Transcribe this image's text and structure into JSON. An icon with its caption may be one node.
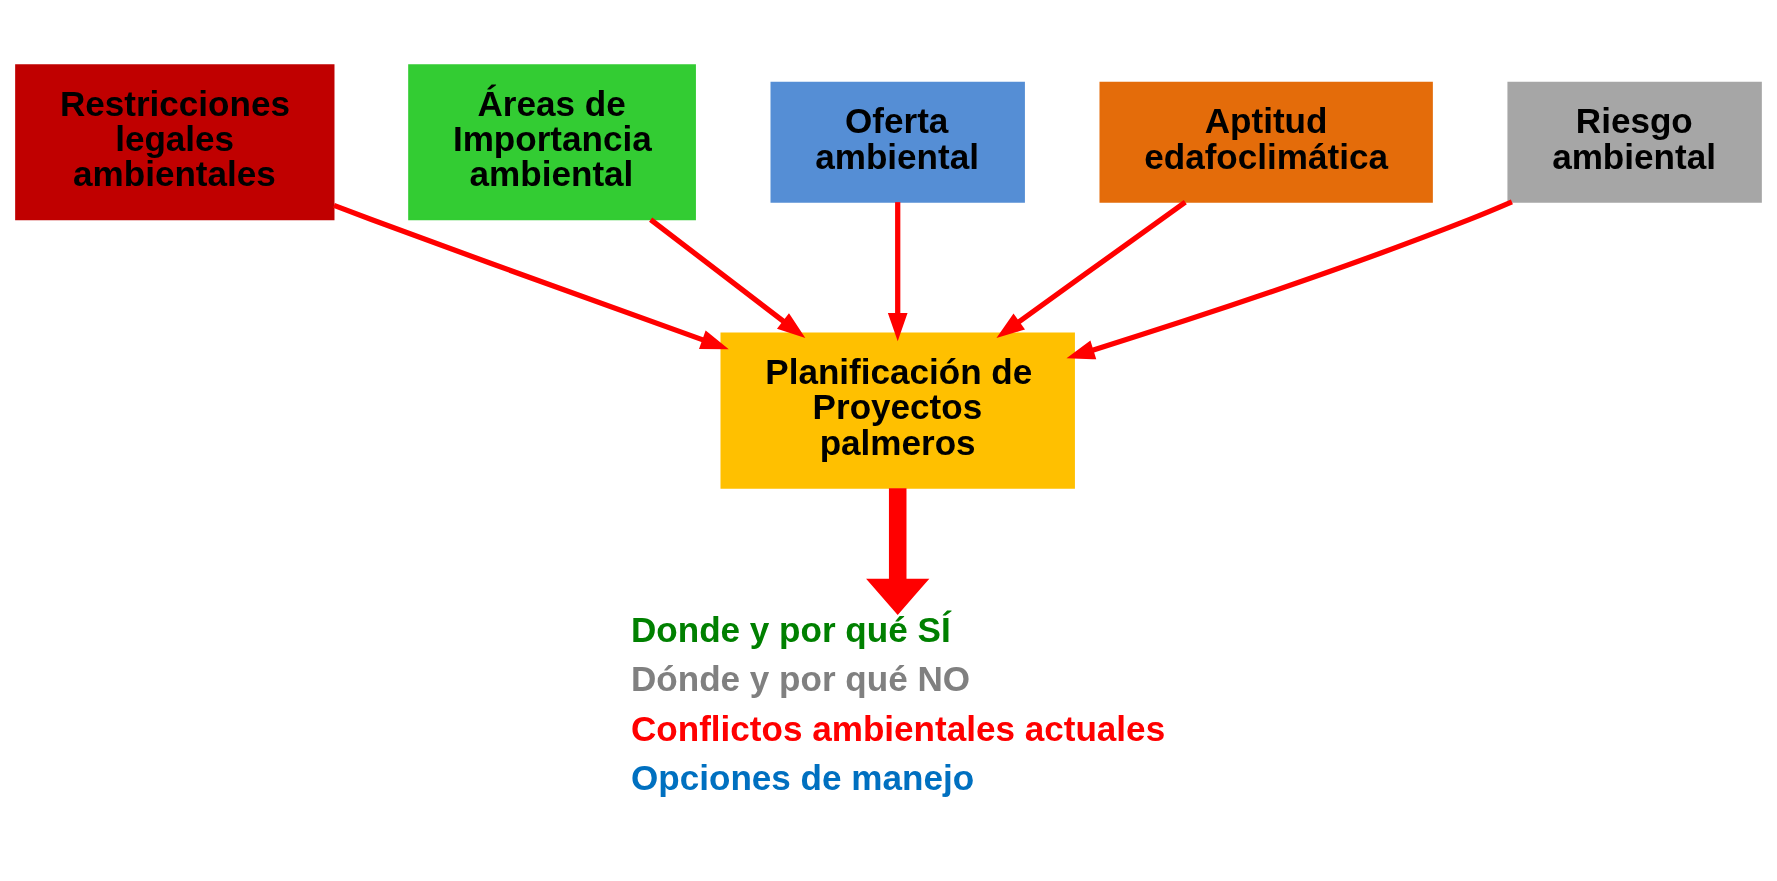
{
  "diagram": {
    "nodes": [
      {
        "text": [
          "Restricciones legales ambientales"
        ]
      },
      {
        "text": [
          "Áreas de Importancia ambiental"
        ]
      },
      {
        "text": [
          "Oferta ambiental"
        ]
      },
      {
        "text": [
          "Aptitud edafoclimática"
        ]
      },
      {
        "text": [
          "Riesgo ambiental"
        ]
      },
      {
        "text": [
          "Planificación de Proyectos palmeros"
        ]
      },
      {
        "text": [
          "Donde y por qué SÍ",
          "Dónde y por qué NO",
          "Conflictos ambientales actuales",
          "Opciones de manejo"
        ]
      }
    ],
    "edges": [
      {
        "from": 3,
        "to": 5,
        "arrow": "to"
      },
      {
        "from": 0,
        "to": 5,
        "arrow": "to"
      },
      {
        "from": 1,
        "to": 5,
        "arrow": "to"
      },
      {
        "from": 2,
        "to": 5,
        "arrow": "to"
      },
      {
        "from": 4,
        "to": 5,
        "arrow": "to"
      },
      {
        "from": 5,
        "to": 6,
        "arrow": "to",
        "style": "thick"
      }
    ]
  }
}
